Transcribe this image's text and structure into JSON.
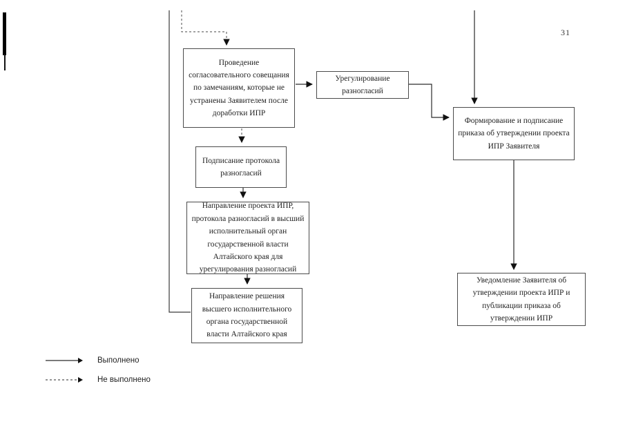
{
  "page": {
    "number": "31"
  },
  "colors": {
    "ink": "#1f1f1f",
    "paper": "#ffffff"
  },
  "diagram": {
    "type": "flowchart",
    "nodes": {
      "n1": {
        "label": "Проведение согласовательного совещания по замечаниям, которые не устранены Заявителем после доработки ИПР"
      },
      "n2": {
        "label": "Урегулирование разногласий"
      },
      "n3": {
        "label": "Формирование и подписание приказа об утверждении проекта ИПР Заявителя"
      },
      "n4": {
        "label": "Подписание протокола разногласий"
      },
      "n5": {
        "label": "Направление проекта ИПР, протокола разногласий в высший исполнительный орган государственной власти Алтайского края для урегулирования разногласий"
      },
      "n6": {
        "label": "Направление решения высшего исполнительного органа государственной власти Алтайского края"
      },
      "n7": {
        "label": "Уведомление Заявителя об утверждении проекта ИПР и публикации приказа об утверждении ИПР"
      }
    },
    "edges": [
      {
        "from": "page-top",
        "to": "n1",
        "style": "dashed"
      },
      {
        "from": "n1",
        "to": "n2",
        "style": "solid"
      },
      {
        "from": "n2",
        "to": "n3",
        "style": "solid"
      },
      {
        "from": "page-top",
        "to": "n3",
        "style": "solid"
      },
      {
        "from": "n3",
        "to": "n7",
        "style": "solid"
      },
      {
        "from": "n1",
        "to": "n4",
        "style": "dashed"
      },
      {
        "from": "n4",
        "to": "n5",
        "style": "solid"
      },
      {
        "from": "n5",
        "to": "n6",
        "style": "solid"
      },
      {
        "from": "n6",
        "to": "page-top",
        "style": "solid"
      }
    ]
  },
  "legend": {
    "done_label": "Выполнено",
    "not_done_label": "Не выполнено"
  }
}
